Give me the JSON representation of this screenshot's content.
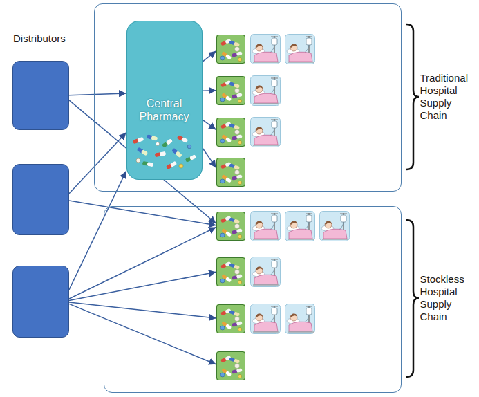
{
  "diagram": {
    "nodes": [
      {
        "text": [
          "Distributors"
        ]
      },
      {
        "text": []
      },
      {
        "text": []
      },
      {
        "text": [
          "Traditional Hospital Supply Chain"
        ]
      },
      {
        "text": [
          "Central Pharmacy"
        ],
        "in": 3
      },
      {
        "text": [],
        "in": 3
      },
      {
        "text": [],
        "in": 3
      },
      {
        "text": [],
        "in": 3
      },
      {
        "text": [],
        "in": 3
      },
      {
        "text": [
          "Stockless Hospital Supply Chain"
        ]
      },
      {
        "text": [],
        "in": 9
      },
      {
        "text": [],
        "in": 9
      },
      {
        "text": [],
        "in": 9
      },
      {
        "text": [],
        "in": 9
      }
    ],
    "edges": [
      {
        "from": 0,
        "to": 4,
        "arrow": "to"
      },
      {
        "from": 1,
        "to": 4,
        "arrow": "to"
      },
      {
        "from": 2,
        "to": 4,
        "arrow": "to"
      },
      {
        "from": 4,
        "to": 5,
        "arrow": "to"
      },
      {
        "from": 4,
        "to": 6,
        "arrow": "to"
      },
      {
        "from": 4,
        "to": 7,
        "arrow": "to"
      },
      {
        "from": 4,
        "to": 8,
        "arrow": "to"
      },
      {
        "from": 0,
        "to": 10,
        "arrow": "to"
      },
      {
        "from": 1,
        "to": 10,
        "arrow": "to"
      },
      {
        "from": 2,
        "to": 10,
        "arrow": "to"
      },
      {
        "from": 2,
        "to": 11,
        "arrow": "to"
      },
      {
        "from": 2,
        "to": 12,
        "arrow": "to"
      },
      {
        "from": 2,
        "to": 13,
        "arrow": "to"
      }
    ]
  }
}
